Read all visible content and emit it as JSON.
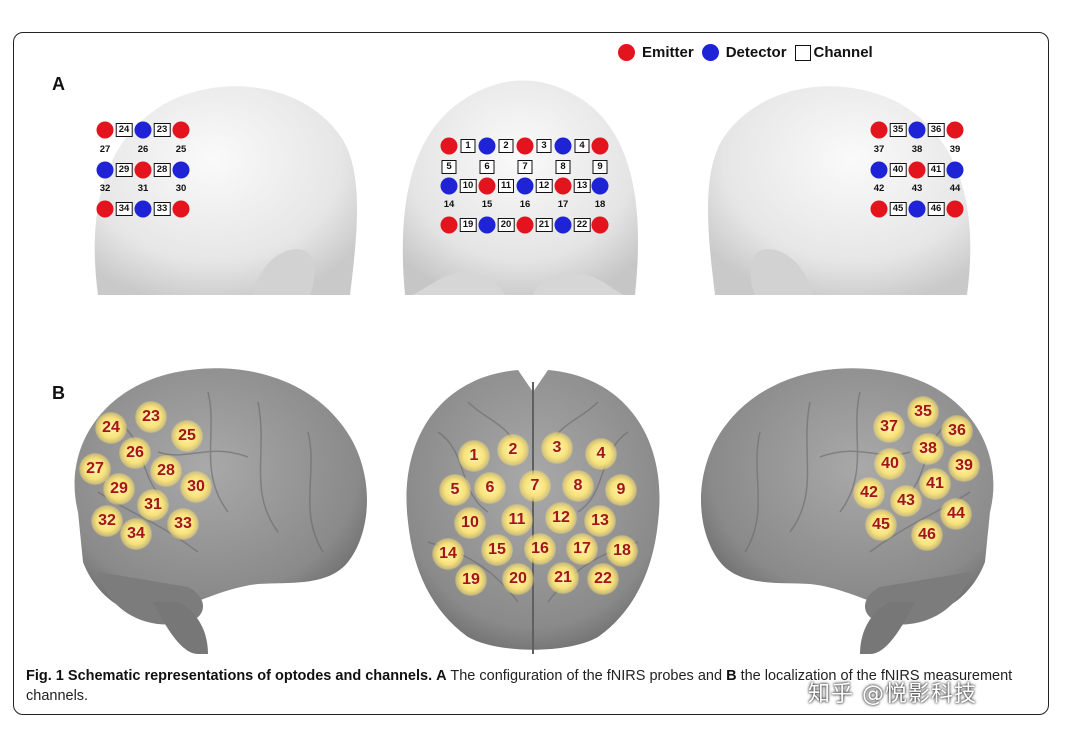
{
  "legend": {
    "emitter_label": "Emitter",
    "detector_label": "Detector",
    "channel_label": "Channel",
    "emitter_color": "#e3141d",
    "detector_color": "#1f23d6"
  },
  "panels": {
    "a_label": "A",
    "b_label": "B"
  },
  "probe_channels": {
    "left": [
      "24",
      "23",
      "27",
      "26",
      "25",
      "29",
      "28",
      "32",
      "31",
      "30",
      "34",
      "33"
    ],
    "front": [
      "1",
      "2",
      "3",
      "4",
      "5",
      "6",
      "7",
      "8",
      "9",
      "10",
      "11",
      "12",
      "13",
      "14",
      "15",
      "16",
      "17",
      "18",
      "19",
      "20",
      "21",
      "22"
    ],
    "right": [
      "35",
      "36",
      "37",
      "38",
      "39",
      "40",
      "41",
      "42",
      "43",
      "44",
      "45",
      "46"
    ]
  },
  "brain_channels": {
    "left": [
      "23",
      "24",
      "25",
      "26",
      "27",
      "28",
      "29",
      "30",
      "31",
      "32",
      "33",
      "34"
    ],
    "front": [
      "1",
      "2",
      "3",
      "4",
      "5",
      "6",
      "7",
      "8",
      "9",
      "10",
      "11",
      "12",
      "13",
      "14",
      "15",
      "16",
      "17",
      "18",
      "19",
      "20",
      "21",
      "22"
    ],
    "right": [
      "35",
      "36",
      "37",
      "38",
      "39",
      "40",
      "41",
      "42",
      "43",
      "44",
      "45",
      "46"
    ]
  },
  "caption": {
    "fig_label": "Fig. 1 Schematic representations of optodes and channels.",
    "part_a_label": "A",
    "part_a_text": "The configuration of the fNIRS probes and",
    "part_b_label": "B",
    "part_b_text": "the localization of the fNIRS measurement channels."
  },
  "watermark": "知乎 @悦影科技"
}
